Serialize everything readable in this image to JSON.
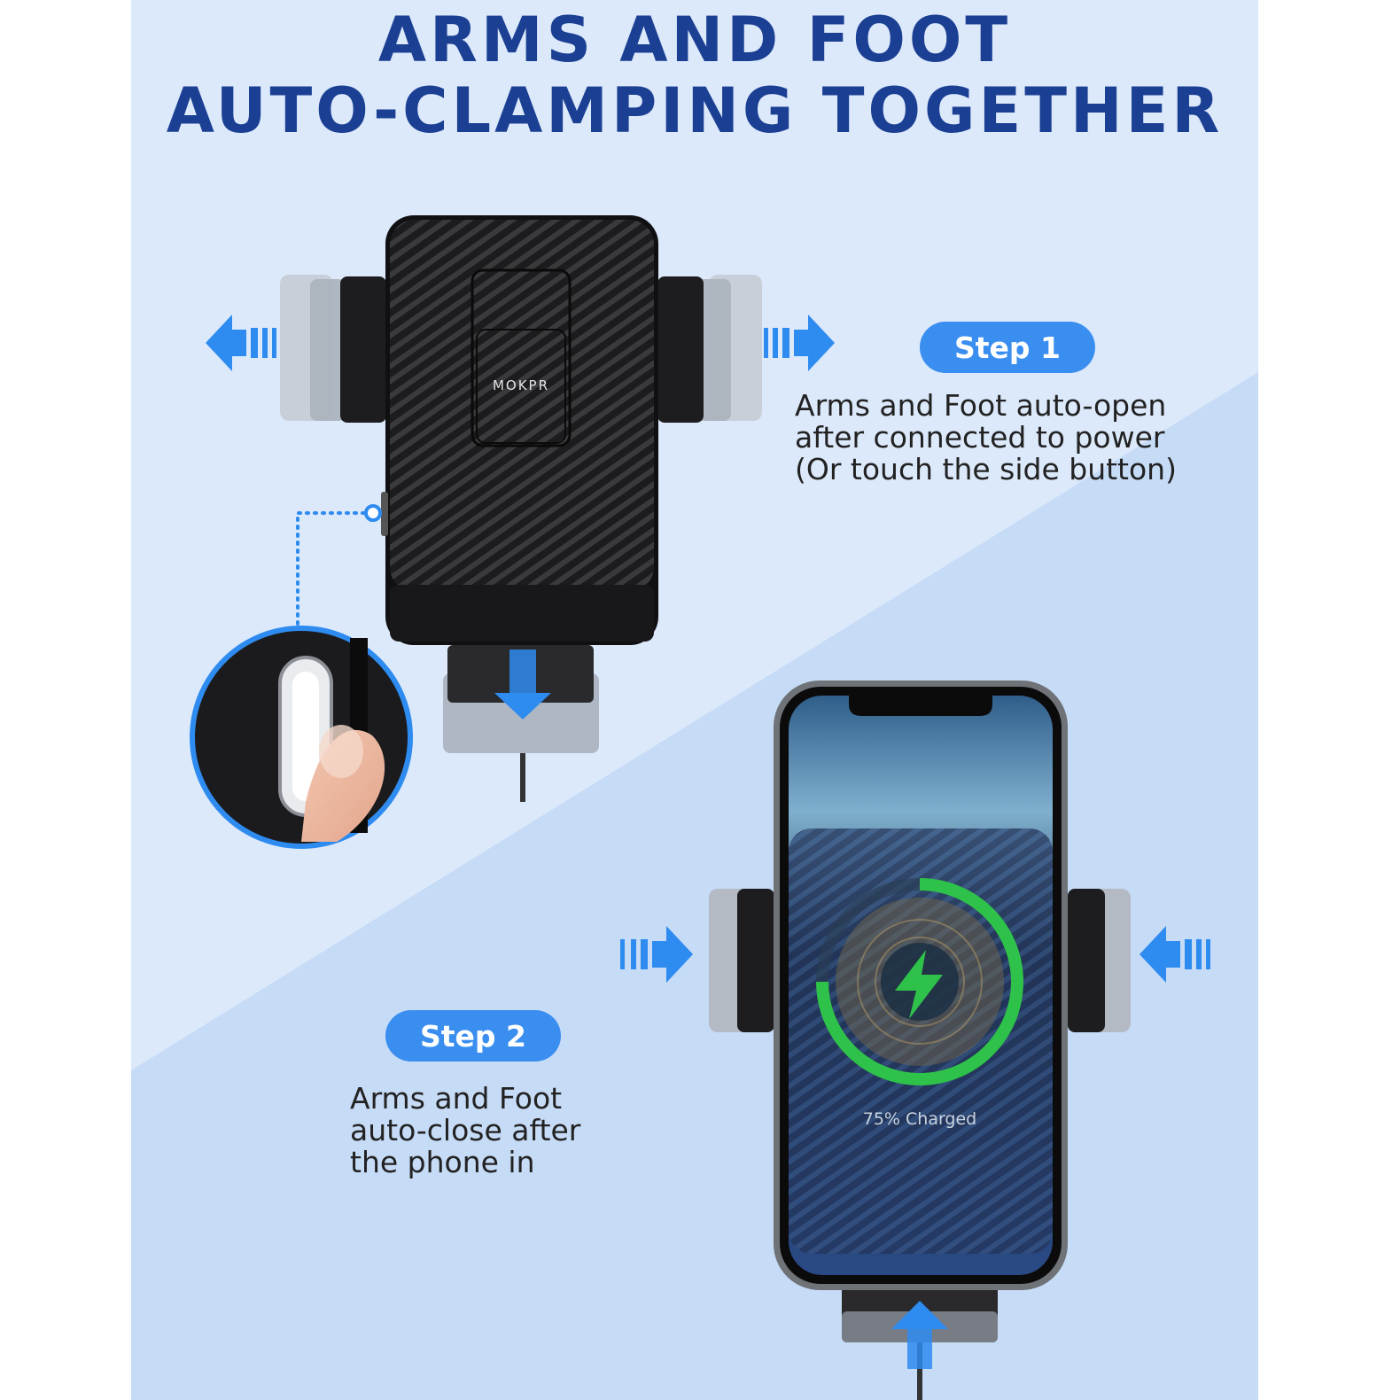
{
  "title": {
    "line1": "ARMS AND FOOT",
    "line2": "AUTO-CLAMPING TOGETHER"
  },
  "step1": {
    "label": "Step 1",
    "lines": [
      "Arms and Foot auto-open",
      "after connected to power",
      "(Or touch the side button)"
    ]
  },
  "step2": {
    "label": "Step 2",
    "lines": [
      "Arms and Foot",
      "auto-close after",
      "the phone in"
    ]
  },
  "product": {
    "brand_logo": "MOKPR"
  },
  "phone": {
    "charge_status": "75% Charged",
    "charge_fraction": 0.75
  },
  "colors": {
    "title": "#1b3f93",
    "accent": "#3a8ef0",
    "panel": "#dce9fb",
    "panel_lower": "#c6dbf6",
    "charge_ring": "#2fc24a"
  }
}
